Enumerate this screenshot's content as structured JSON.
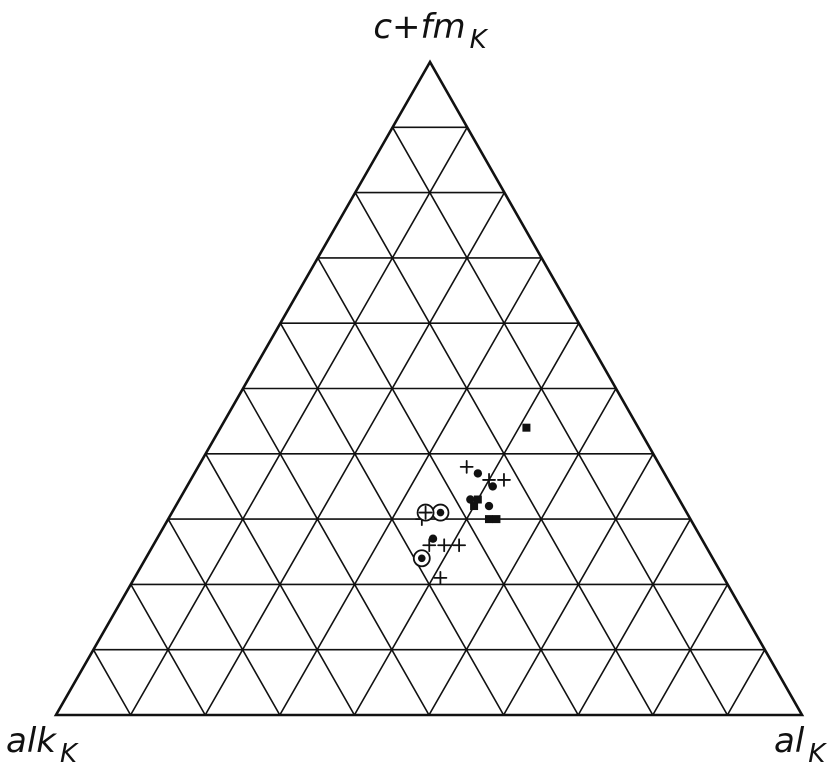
{
  "chart_data": {
    "type": "scatter",
    "subtype": "ternary",
    "title": "",
    "grid": true,
    "grid_divisions": 10,
    "vertices": {
      "top": {
        "label": "c+fm",
        "subscript": "K"
      },
      "left": {
        "label": "alk",
        "subscript": "K"
      },
      "right": {
        "label": "al",
        "subscript": "K"
      }
    },
    "series": [
      {
        "marker": "square",
        "points": [
          {
            "al": 0.41,
            "alk": 0.15,
            "c_fm": 0.44
          },
          {
            "al": 0.4,
            "alk": 0.28,
            "c_fm": 0.32
          },
          {
            "al": 0.4,
            "alk": 0.27,
            "c_fm": 0.33
          },
          {
            "al": 0.43,
            "alk": 0.27,
            "c_fm": 0.3
          },
          {
            "al": 0.44,
            "alk": 0.26,
            "c_fm": 0.3
          }
        ]
      },
      {
        "marker": "dot",
        "points": [
          {
            "al": 0.38,
            "alk": 0.25,
            "c_fm": 0.37
          },
          {
            "al": 0.41,
            "alk": 0.24,
            "c_fm": 0.35
          },
          {
            "al": 0.39,
            "alk": 0.28,
            "c_fm": 0.33
          },
          {
            "al": 0.42,
            "alk": 0.26,
            "c_fm": 0.32
          },
          {
            "al": 0.37,
            "alk": 0.36,
            "c_fm": 0.27
          }
        ]
      },
      {
        "marker": "circled-dot",
        "points": [
          {
            "al": 0.36,
            "alk": 0.33,
            "c_fm": 0.31
          },
          {
            "al": 0.37,
            "alk": 0.39,
            "c_fm": 0.24
          }
        ]
      },
      {
        "marker": "cross",
        "points": [
          {
            "al": 0.36,
            "alk": 0.26,
            "c_fm": 0.38
          },
          {
            "al": 0.42,
            "alk": 0.22,
            "c_fm": 0.36
          },
          {
            "al": 0.4,
            "alk": 0.24,
            "c_fm": 0.36
          },
          {
            "al": 0.34,
            "alk": 0.36,
            "c_fm": 0.3
          },
          {
            "al": 0.37,
            "alk": 0.37,
            "c_fm": 0.26
          },
          {
            "al": 0.39,
            "alk": 0.35,
            "c_fm": 0.26
          },
          {
            "al": 0.41,
            "alk": 0.33,
            "c_fm": 0.26
          },
          {
            "al": 0.41,
            "alk": 0.38,
            "c_fm": 0.21
          }
        ]
      },
      {
        "marker": "circled-cross",
        "points": [
          {
            "al": 0.34,
            "alk": 0.35,
            "c_fm": 0.31
          }
        ]
      }
    ]
  }
}
